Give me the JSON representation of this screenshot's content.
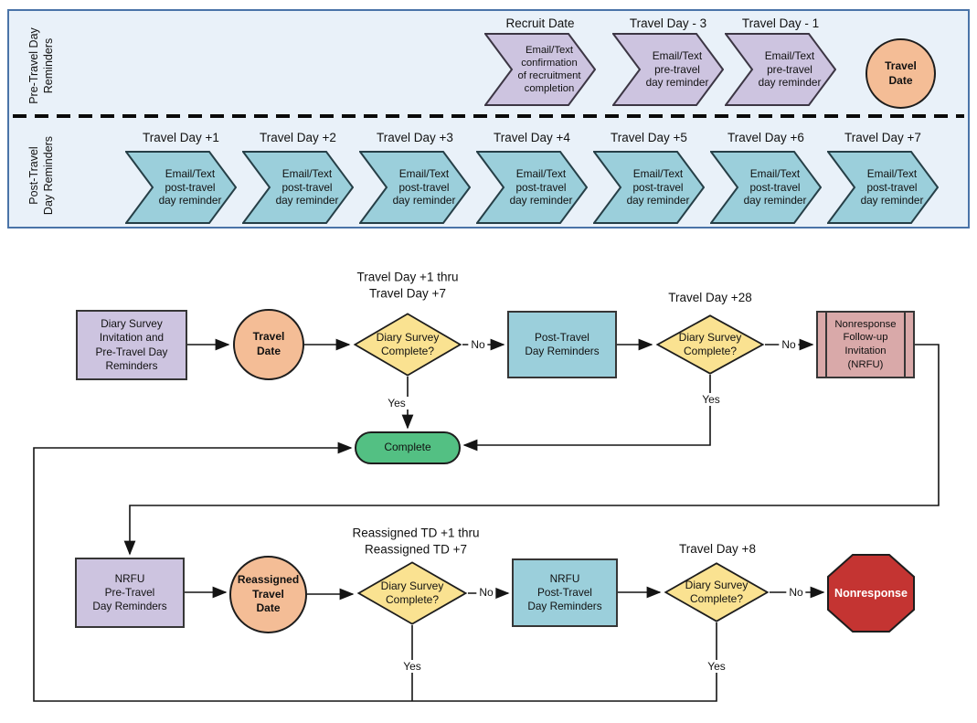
{
  "banner": {
    "lane1_label": "Pre-Travel Day\nReminders",
    "lane2_label": "Post-Travel\nDay Reminders",
    "pre_travel": [
      {
        "title": "Recruit Date",
        "body": "Email/Text\nconfirmation\nof recruitment\ncompletion"
      },
      {
        "title": "Travel Day - 3",
        "body": "Email/Text\npre-travel\nday reminder"
      },
      {
        "title": "Travel Day - 1",
        "body": "Email/Text\npre-travel\nday reminder"
      }
    ],
    "travel_date": "Travel\nDate",
    "post_travel": [
      {
        "title": "Travel Day +1",
        "body": "Email/Text\npost-travel\nday reminder"
      },
      {
        "title": "Travel Day +2",
        "body": "Email/Text\npost-travel\nday reminder"
      },
      {
        "title": "Travel Day +3",
        "body": "Email/Text\npost-travel\nday reminder"
      },
      {
        "title": "Travel Day +4",
        "body": "Email/Text\npost-travel\nday reminder"
      },
      {
        "title": "Travel Day +5",
        "body": "Email/Text\npost-travel\nday reminder"
      },
      {
        "title": "Travel Day +6",
        "body": "Email/Text\npost-travel\nday reminder"
      },
      {
        "title": "Travel Day +7",
        "body": "Email/Text\npost-travel\nday reminder"
      }
    ]
  },
  "flow": {
    "invitation": "Diary Survey\nInvitation and\nPre-Travel Day\nReminders",
    "travel_date": "Travel\nDate",
    "decision1": "Diary Survey\nComplete?",
    "decision1_label": "Travel Day +1 thru\nTravel Day +7",
    "post_reminders": "Post-Travel\nDay Reminders",
    "decision2": "Diary Survey\nComplete?",
    "decision2_label": "Travel Day +28",
    "nrfu_invitation": "Nonresponse\nFollow-up\nInvitation\n(NRFU)",
    "complete": "Complete",
    "nrfu_pre": "NRFU\nPre-Travel\nDay Reminders",
    "reassigned_travel_date": "Reassigned\nTravel\nDate",
    "decision3": "Diary Survey\nComplete?",
    "decision3_label": "Reassigned TD +1 thru\nReassigned TD +7",
    "nrfu_post": "NRFU\nPost-Travel\nDay Reminders",
    "decision4": "Diary Survey\nComplete?",
    "decision4_label": "Travel Day +8",
    "nonresponse": "Nonresponse",
    "yes": "Yes",
    "no": "No"
  },
  "colors": {
    "banner_border": "#4a74a8",
    "banner_bg": "#e9f1f9",
    "purple": "#cdc4e0",
    "teal": "#9bcfdb",
    "orange": "#f4bd96",
    "yellow": "#fae291",
    "green": "#53c083",
    "pink": "#d9a9a9",
    "red": "#c43432",
    "line": "#141414"
  }
}
